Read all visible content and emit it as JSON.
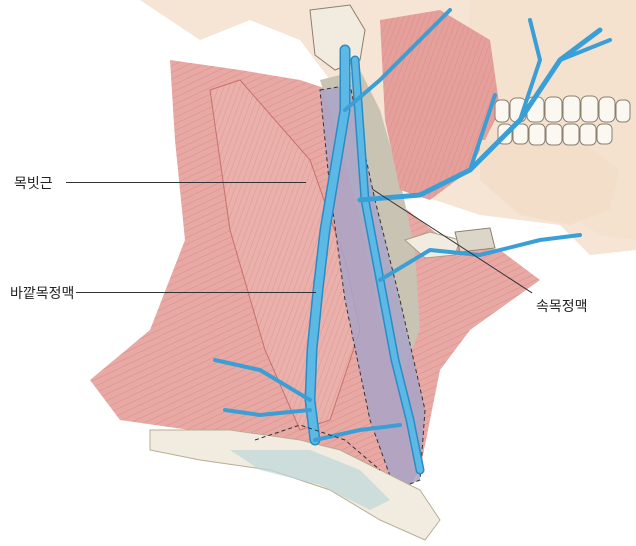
{
  "labels": {
    "sternocleidomastoid": "목빗근",
    "external_jugular": "바깥목정맥",
    "internal_jugular": "속목정맥"
  },
  "colors": {
    "muscle": "#e8a8a4",
    "muscle_dark": "#c9706d",
    "vein": "#5cb9e6",
    "vein_dark": "#2b8cc4",
    "skin": "#f6e4d4",
    "bone": "#f2ece0",
    "gray_tissue": "#c9c3b3",
    "deep_vessel": "#a9a5c8"
  }
}
